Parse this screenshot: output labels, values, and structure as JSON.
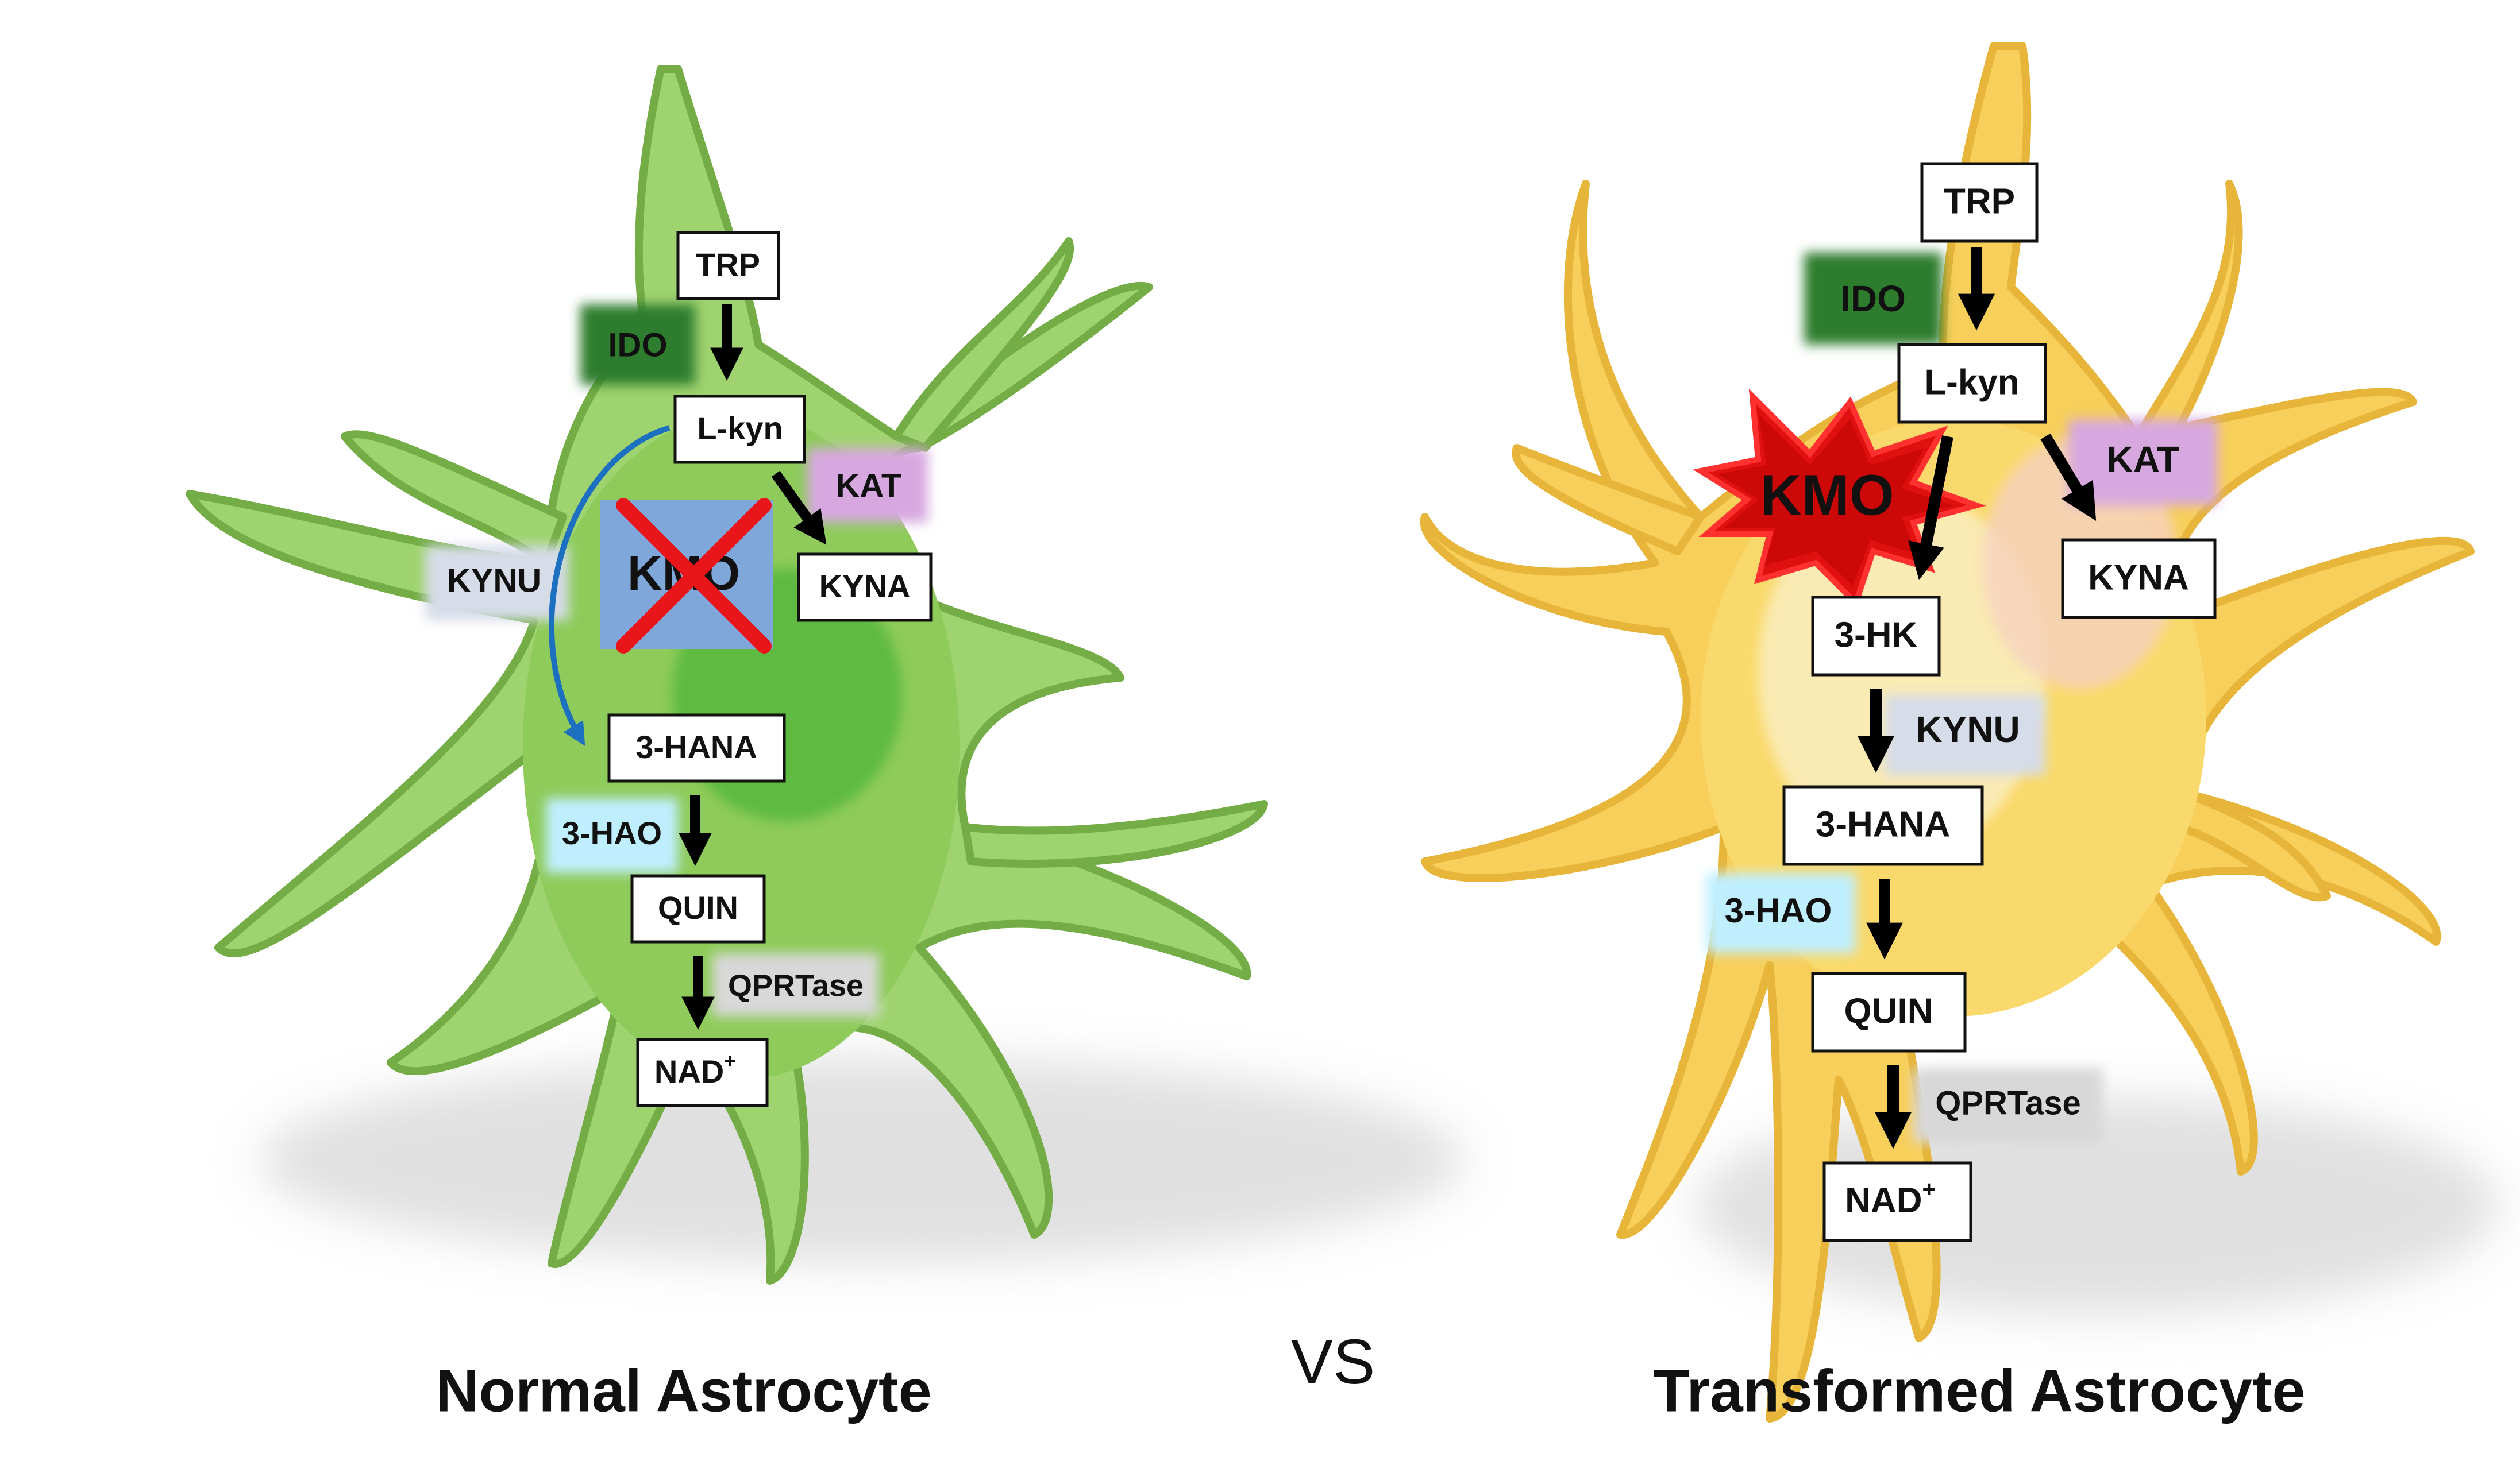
{
  "left": {
    "title": "Normal Astrocyte",
    "nodes": {
      "trp": "TRP",
      "lkyn": "L-kyn",
      "kyna": "KYNA",
      "hana": "3-HANA",
      "quin": "QUIN",
      "nad": "NAD",
      "nad_sup": "+"
    },
    "enzymes": {
      "ido": "IDO",
      "kat": "KAT",
      "kmo": "KMO",
      "kynu": "KYNU",
      "hao": "3-HAO",
      "qprtase": "QPRTase"
    }
  },
  "vs": "VS",
  "right": {
    "title": "Transformed Astrocyte",
    "nodes": {
      "trp": "TRP",
      "lkyn": "L-kyn",
      "kyna": "KYNA",
      "hk": "3-HK",
      "hana": "3-HANA",
      "quin": "QUIN",
      "nad": "NAD",
      "nad_sup": "+"
    },
    "enzymes": {
      "ido": "IDO",
      "kat": "KAT",
      "kmo": "KMO",
      "kynu": "KYNU",
      "hao": "3-HAO",
      "qprtase": "QPRTase"
    }
  },
  "colors": {
    "normal_cell": "#9fd36f",
    "transformed_cell": "#f7cf5a",
    "ido": "#2e7d2e",
    "kat": "#d7a8e0",
    "kmo_normal": "#7fa7d9",
    "kmo_burst": "#e01010",
    "kynu": "#d6dce8",
    "hao": "#bfefff",
    "qprtase": "#d8d8d8",
    "cross": "#e8151b",
    "vs": "#e0141b"
  }
}
